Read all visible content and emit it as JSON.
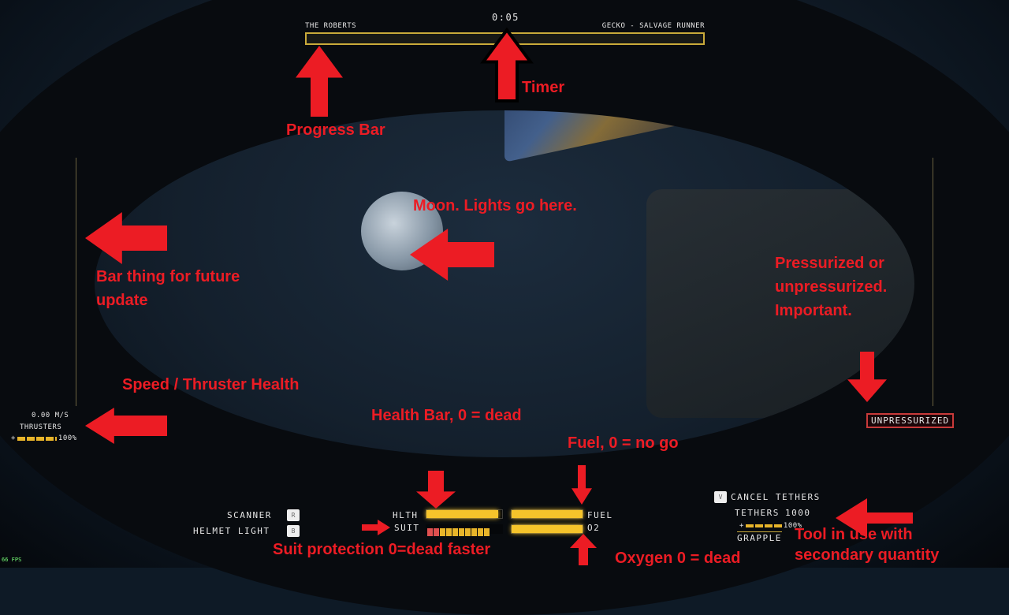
{
  "hud": {
    "timer": "0:05",
    "progress": {
      "left_label": "THE ROBERTS",
      "right_label": "GECKO - SALVAGE RUNNER",
      "value": 0
    },
    "speed": "0.00 M/S",
    "thrusters": {
      "label": "THRUSTERS",
      "plus": "+",
      "percent": "100%",
      "value": 1.0
    },
    "scanner": {
      "label": "SCANNER",
      "key": "R"
    },
    "helmet_light": {
      "label": "HELMET LIGHT",
      "key": "B"
    },
    "health": {
      "label": "HLTH",
      "value": 0.95
    },
    "suit": {
      "label": "SUIT",
      "segments_total": 13,
      "segments_filled": 10,
      "segments_red": 2
    },
    "fuel": {
      "label": "FUEL",
      "value": 1.0
    },
    "oxygen": {
      "label": "O2",
      "value": 1.0
    },
    "pressure_status": "UNPRESSURIZED",
    "cancel_tethers": {
      "key": "V",
      "label": "CANCEL TETHERS"
    },
    "tethers": {
      "label": "TETHERS",
      "count": "1000"
    },
    "tool": {
      "plus": "+",
      "percent": "100%",
      "name": "GRAPPLE",
      "value": 1.0
    },
    "fps": "66 FPS"
  },
  "annotations": {
    "progress_bar": "Progress Bar",
    "timer": "Timer",
    "moon": "Moon.  Lights go here.",
    "bar_thing": [
      "Bar thing for future",
      "update"
    ],
    "pressurized": [
      "Pressurized or",
      "unpressurized.",
      "Important."
    ],
    "speed": "Speed / Thruster Health",
    "health": "Health Bar, 0 = dead",
    "fuel": "Fuel, 0 = no go",
    "suit": "Suit protection 0=dead faster",
    "oxygen": "Oxygen 0 = dead",
    "tool": [
      "Tool in use with",
      "secondary quantity"
    ]
  },
  "colors": {
    "annotation": "#ec1c24",
    "hud_yellow": "#f6c42b",
    "alert": "#c83a3a"
  }
}
